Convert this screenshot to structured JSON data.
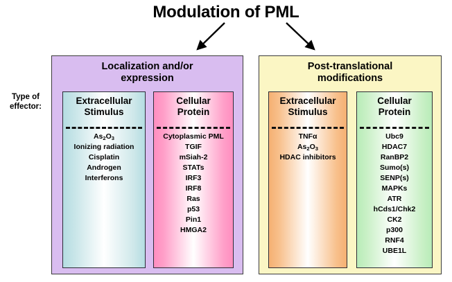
{
  "title": "Modulation of PML",
  "side_label_line1": "Type of",
  "side_label_line2": "effector:",
  "arrows": {
    "left_arrow_icon": "arrow-down-left-icon",
    "right_arrow_icon": "arrow-down-right-icon"
  },
  "panels": [
    {
      "id": "localization-expression",
      "title_line1": "Localization and/or",
      "title_line2": "expression",
      "panel_color": "#d9bdf0",
      "boxes": [
        {
          "id": "extracellular-stimulus-left",
          "head_line1": "Extracellular",
          "head_line2": "Stimulus",
          "box_color": "#b4dde2",
          "items": [
            "As2O3",
            "Ionizing radiation",
            "Cisplatin",
            "Androgen",
            "Interferons"
          ],
          "items_html": [
            "As<sub>2</sub>O<sub>3</sub>",
            "Ionizing radiation",
            "Cisplatin",
            "Androgen",
            "Interferons"
          ]
        },
        {
          "id": "cellular-protein-left",
          "head_line1": "Cellular",
          "head_line2": "Protein",
          "box_color": "#ff8ec0",
          "items": [
            "Cytoplasmic PML",
            "TGIF",
            "mSiah-2",
            "STATs",
            "IRF3",
            "IRF8",
            "Ras",
            "p53",
            "Pin1",
            "HMGA2"
          ],
          "items_html": [
            "Cytoplasmic PML",
            "TGIF",
            "mSiah-2",
            "STATs",
            "IRF3",
            "IRF8",
            "Ras",
            "p53",
            "Pin1",
            "HMGA2"
          ]
        }
      ]
    },
    {
      "id": "post-translational-modifications",
      "title_line1": "Post-translational",
      "title_line2": "modifications",
      "panel_color": "#fbf6c4",
      "boxes": [
        {
          "id": "extracellular-stimulus-right",
          "head_line1": "Extracellular",
          "head_line2": "Stimulus",
          "box_color": "#f5b072",
          "items": [
            "TNFα",
            "As2O3",
            "HDAC inhibitors"
          ],
          "items_html": [
            "TNFα",
            "As<sub>2</sub>O<sub>3</sub>",
            "HDAC inhibitors"
          ]
        },
        {
          "id": "cellular-protein-right",
          "head_line1": "Cellular",
          "head_line2": "Protein",
          "box_color": "#b8ecb8",
          "items": [
            "Ubc9",
            "HDAC7",
            "RanBP2",
            "Sumo(s)",
            "SENP(s)",
            "MAPKs",
            "ATR",
            "hCds1/Chk2",
            "CK2",
            "p300",
            "RNF4",
            "UBE1L"
          ],
          "items_html": [
            "Ubc9",
            "HDAC7",
            "RanBP2",
            "Sumo(s)",
            "SENP(s)",
            "MAPKs",
            "ATR",
            "hCds1/Chk2",
            "CK2",
            "p300",
            "RNF4",
            "UBE1L"
          ]
        }
      ]
    }
  ]
}
